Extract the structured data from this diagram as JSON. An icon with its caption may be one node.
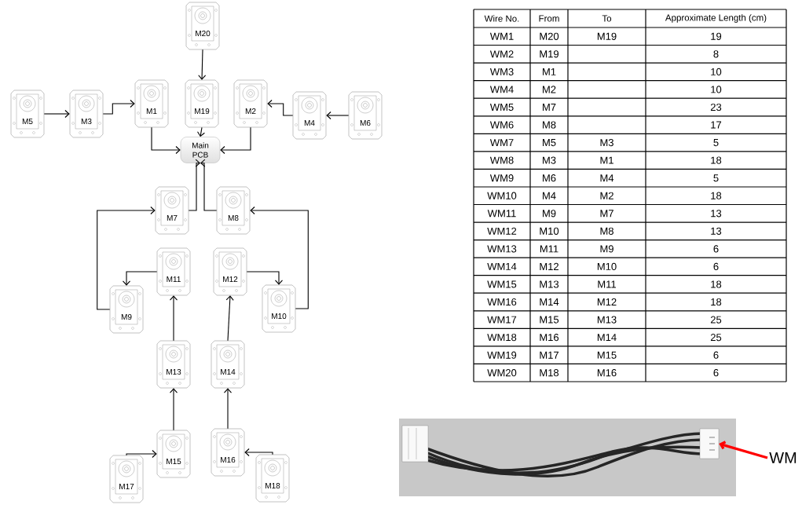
{
  "diagram": {
    "nodes": [
      {
        "text": [
          "M20"
        ]
      },
      {
        "text": [
          "M5"
        ]
      },
      {
        "text": [
          "M3"
        ]
      },
      {
        "text": [
          "M1"
        ]
      },
      {
        "text": [
          "M19"
        ]
      },
      {
        "text": [
          "M2"
        ]
      },
      {
        "text": [
          "M4"
        ]
      },
      {
        "text": [
          "M6"
        ]
      },
      {
        "text": [
          "Main PCB"
        ]
      },
      {
        "text": [
          "M7"
        ]
      },
      {
        "text": [
          "M8"
        ]
      },
      {
        "text": [
          "M11"
        ]
      },
      {
        "text": [
          "M12"
        ]
      },
      {
        "text": [
          "M9"
        ]
      },
      {
        "text": [
          "M10"
        ]
      },
      {
        "text": [
          "M13"
        ]
      },
      {
        "text": [
          "M14"
        ]
      },
      {
        "text": [
          "M15"
        ]
      },
      {
        "text": [
          "M16"
        ]
      },
      {
        "text": [
          "M17"
        ]
      },
      {
        "text": [
          "M18"
        ]
      },
      {
        "text": [
          "WM"
        ]
      },
      {
        "text": [],
        "shape": "picture"
      }
    ],
    "edges": [
      {
        "from": 0,
        "to": 4,
        "arrow": "to"
      },
      {
        "from": 1,
        "to": 2,
        "arrow": "to"
      },
      {
        "from": 2,
        "to": 3,
        "arrow": "to"
      },
      {
        "from": 7,
        "to": 6,
        "arrow": "to"
      },
      {
        "from": 6,
        "to": 5,
        "arrow": "to"
      },
      {
        "from": 3,
        "to": 8,
        "arrow": "to"
      },
      {
        "from": 4,
        "to": 8,
        "arrow": "to"
      },
      {
        "from": 5,
        "to": 8,
        "arrow": "to"
      },
      {
        "from": 9,
        "to": 8,
        "arrow": "to"
      },
      {
        "from": 10,
        "to": 8,
        "arrow": "to"
      },
      {
        "from": 13,
        "to": 9,
        "arrow": "to"
      },
      {
        "from": 14,
        "to": 10,
        "arrow": "to"
      },
      {
        "from": 11,
        "to": 13,
        "arrow": "to"
      },
      {
        "from": 12,
        "to": 14,
        "arrow": "to"
      },
      {
        "from": 15,
        "to": 11,
        "arrow": "to"
      },
      {
        "from": 16,
        "to": 12,
        "arrow": "to"
      },
      {
        "from": 17,
        "to": 15,
        "arrow": "to"
      },
      {
        "from": 18,
        "to": 16,
        "arrow": "to"
      },
      {
        "from": 19,
        "to": 17,
        "arrow": "to"
      },
      {
        "from": 20,
        "to": 18,
        "arrow": "to"
      },
      {
        "from": 21,
        "to": 22,
        "arrow": "to",
        "style": "thick",
        "color": "#ff0000"
      }
    ],
    "labels": [
      "Wire No.",
      "From",
      "To",
      "Approximate Length (cm)",
      "WM1",
      "M20",
      "M19",
      "19",
      "WM2",
      "M19",
      "8",
      "WM3",
      "M1",
      "10",
      "WM4",
      "M2",
      "10",
      "WM5",
      "M7",
      "23",
      "WM6",
      "M8",
      "17",
      "WM7",
      "M5",
      "M3",
      "5",
      "WM8",
      "M3",
      "M1",
      "18",
      "WM9",
      "M6",
      "M4",
      "5",
      "WM10",
      "M4",
      "M2",
      "18",
      "WM11",
      "M9",
      "M7",
      "13",
      "WM12",
      "M10",
      "M8",
      "13",
      "WM13",
      "M11",
      "M9",
      "6",
      "WM14",
      "M12",
      "M10",
      "6",
      "WM15",
      "M13",
      "M11",
      "18",
      "WM16",
      "M14",
      "M12",
      "18",
      "WM17",
      "M15",
      "M13",
      "25",
      "WM18",
      "M16",
      "M14",
      "25",
      "WM19",
      "M17",
      "M15",
      "6",
      "WM20",
      "M18",
      "M16",
      "6"
    ]
  }
}
